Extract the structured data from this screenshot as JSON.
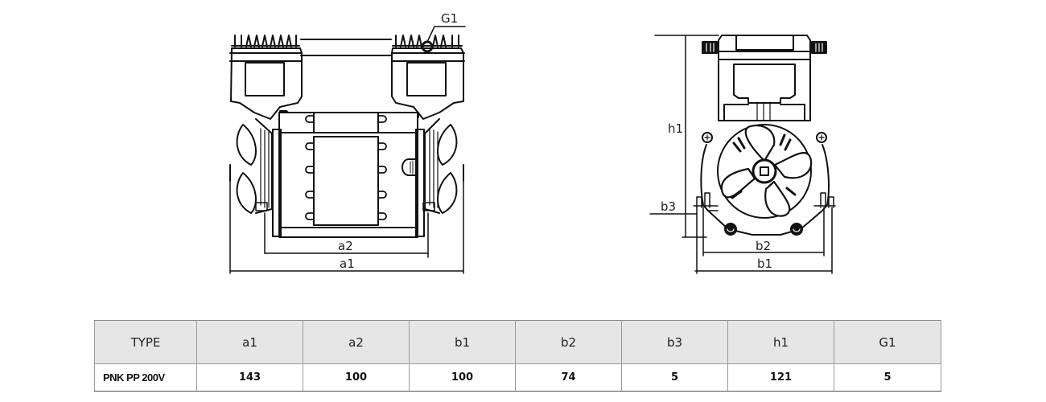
{
  "front_view": {
    "labels": {
      "port": "G1",
      "outer_width": "a1",
      "mount_width": "a2"
    }
  },
  "side_view": {
    "labels": {
      "height": "h1",
      "foot_offset": "b3",
      "mount_width": "b2",
      "outer_width": "b1"
    }
  },
  "table": {
    "headers": [
      "TYPE",
      "a1",
      "a2",
      "b1",
      "b2",
      "b3",
      "h1",
      "G1"
    ],
    "rows": [
      {
        "type": "PNK PP 200V",
        "a1": "143",
        "a2": "100",
        "b1": "100",
        "b2": "74",
        "b3": "5",
        "h1": "121",
        "G1": "5"
      }
    ]
  }
}
